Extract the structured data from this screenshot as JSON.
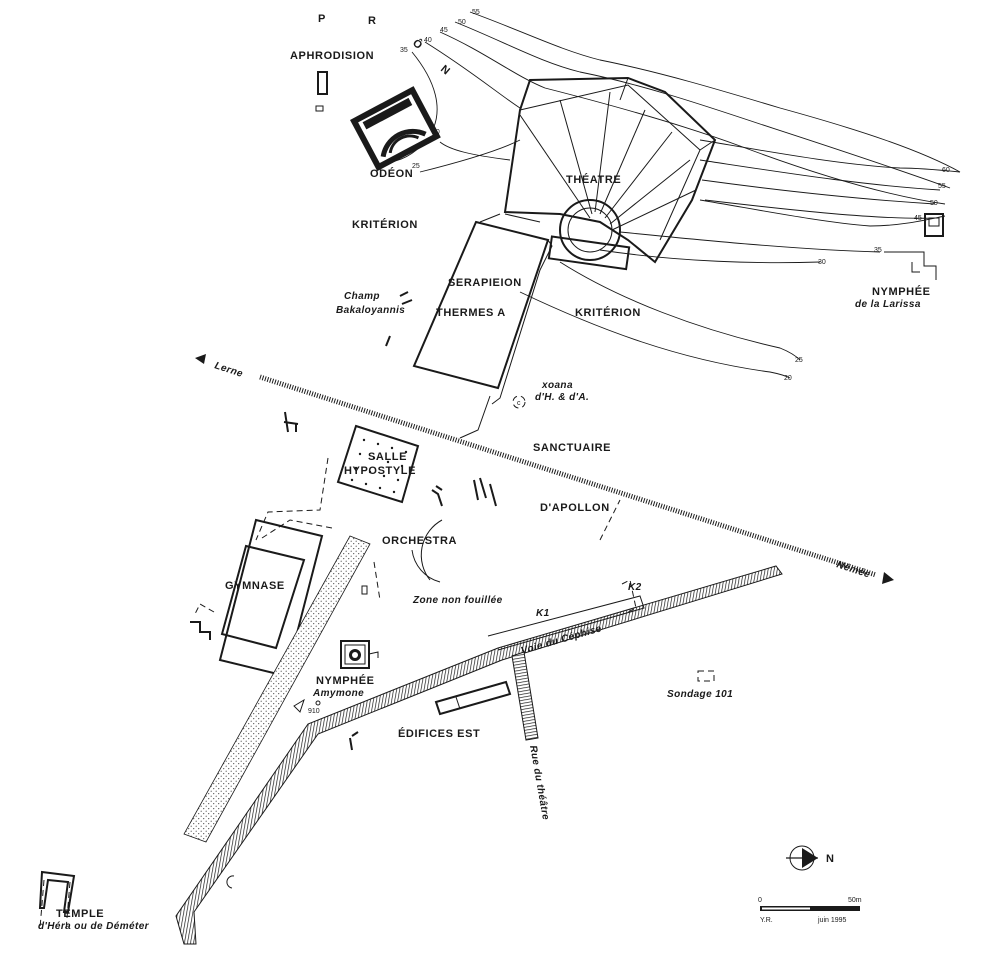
{
  "compass": {
    "letters": [
      "P",
      "R",
      "Ô",
      "N"
    ]
  },
  "labels": {
    "aphrodision": "APHRODISION",
    "odeon": "ODÉON",
    "theatre": "THÉATRE",
    "kriterion_west": "KRITÉRION",
    "kriterion_east": "KRITÉRION",
    "serapieion": "SERAPIEION",
    "thermes": "THERMES A",
    "champ_1": "Champ",
    "champ_2": "Bakaloyannis",
    "nymphee_larissa_1": "NYMPHÉE",
    "nymphee_larissa_2": "de la Larissa",
    "lerne": "Lerne",
    "xoana_1": "xoana",
    "xoana_2": "d'H. & d'A.",
    "sanctuaire": "SANCTUAIRE",
    "apollon": "D'APOLLON",
    "salle_1": "SALLE",
    "salle_2": "HYPOSTYLE",
    "orchestra": "ORCHESTRA",
    "nemee": "Némée",
    "gymnase": "GYMNASE",
    "zone": "Zone non fouillée",
    "k1": "K1",
    "k2": "K2",
    "voie": "Voie du Céphise",
    "nymphee_amymone_1": "NYMPHÉE",
    "nymphee_amymone_2": "Amymone",
    "sondage": "Sondage 101",
    "point_910": "910",
    "edifices": "ÉDIFICES EST",
    "rue": "Rue du théâtre",
    "temple_1": "TEMPLE",
    "temple_2": "d'Héra ou de Déméter"
  },
  "contours": {
    "west": [
      "55",
      "50",
      "45",
      "40",
      "35",
      "30",
      "25"
    ],
    "east": [
      "60",
      "55",
      "50",
      "45",
      "35",
      "30",
      "25",
      "20"
    ]
  },
  "north_arrow": {
    "letter": "N"
  },
  "scale": {
    "start": "0",
    "end": "50m",
    "author": "Y.R.",
    "date": "juin 1995"
  }
}
